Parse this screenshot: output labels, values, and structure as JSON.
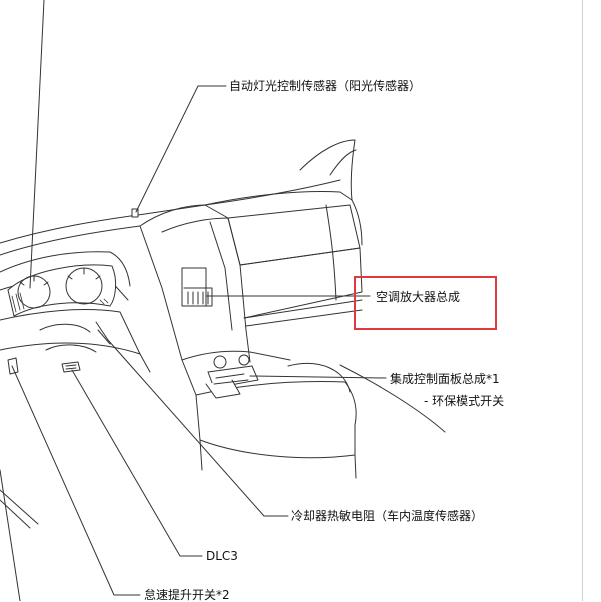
{
  "callouts": {
    "auto_light_sensor": "自动灯光控制传感器（阳光传感器）",
    "ac_amplifier": "空调放大器总成",
    "control_panel": "集成控制面板总成*1",
    "eco_mode_switch": "- 环保模式开关",
    "cooler_thermistor": "冷却器热敏电阻（车内温度传感器）",
    "dlc3": "DLC3",
    "idle_up_switch": "怠速提升开关*2"
  },
  "highlight": {
    "color": "#e0393e",
    "target": "ac_amplifier"
  }
}
